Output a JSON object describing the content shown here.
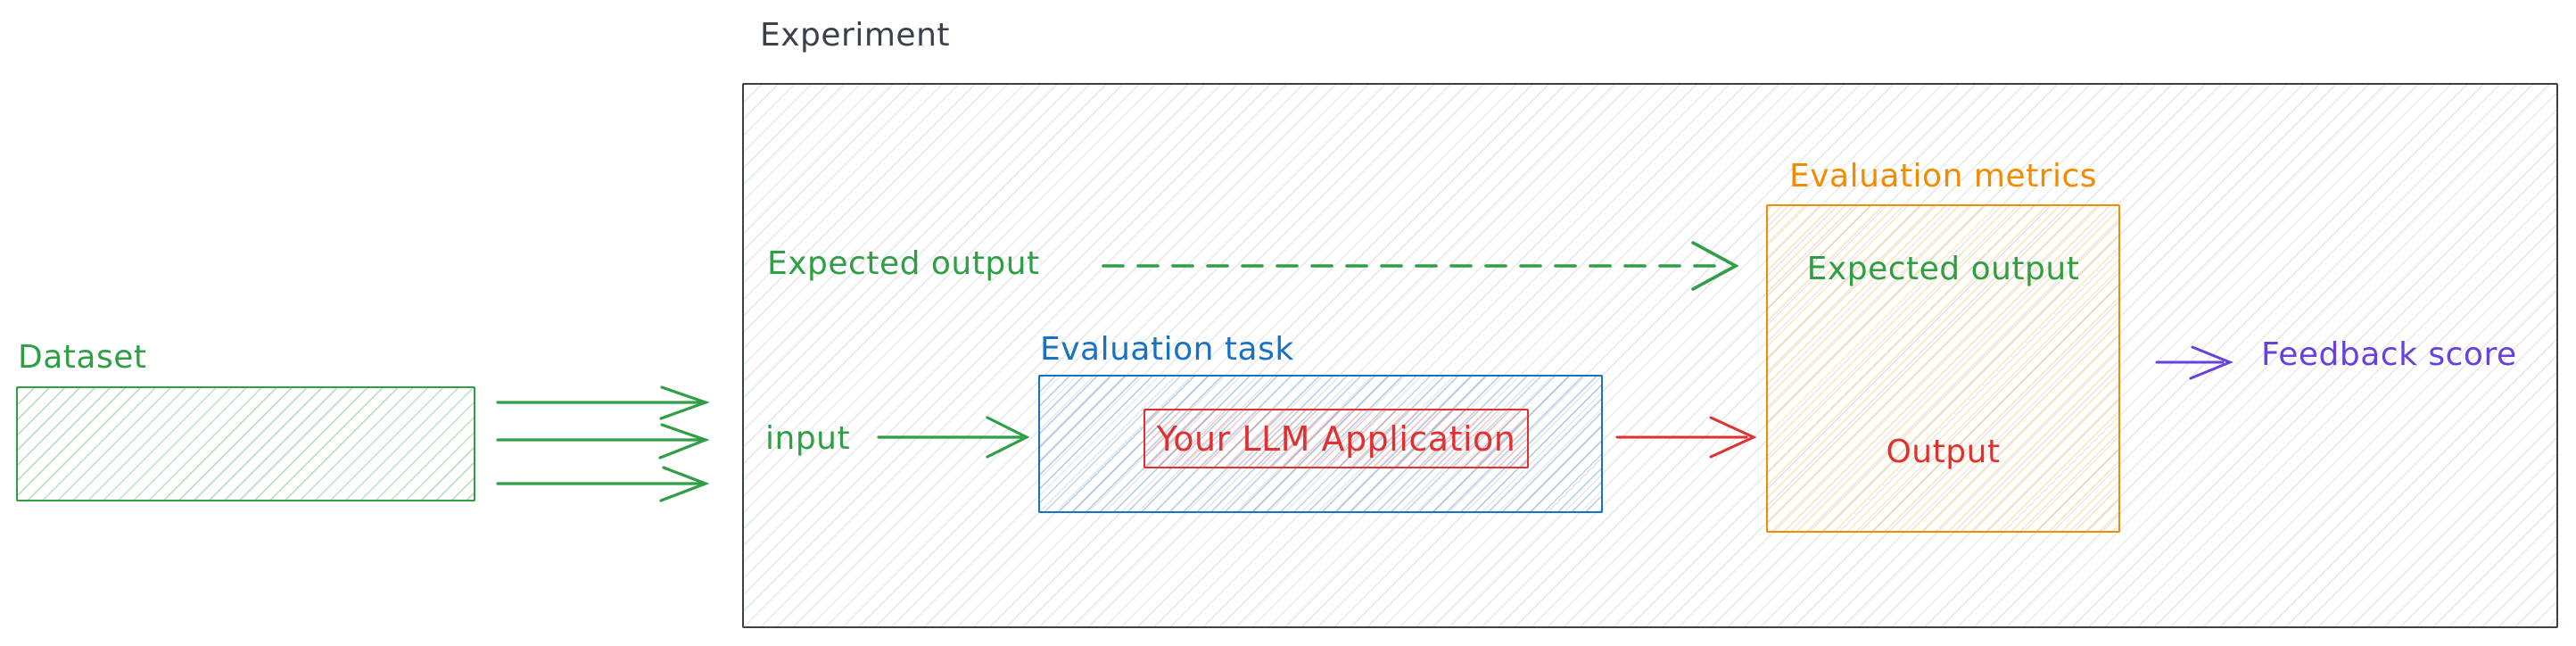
{
  "diagram": {
    "title": "Experiment",
    "dataset": {
      "label": "Dataset"
    },
    "experiment": {
      "expected_output_source": {
        "label": "Expected output"
      },
      "input": {
        "label": "input"
      },
      "evaluation_task": {
        "label": "Evaluation task",
        "llm_application": {
          "label": "Your LLM Application"
        }
      },
      "evaluation_metrics": {
        "label": "Evaluation metrics",
        "expected_output": {
          "label": "Expected output"
        },
        "output": {
          "label": "Output"
        }
      },
      "feedback_score": {
        "label": "Feedback score"
      }
    },
    "connections": [
      {
        "name": "dataset-to-experiment",
        "from": "Dataset",
        "to": "Experiment",
        "style": "solid",
        "color": "#2f9e44",
        "count": 3
      },
      {
        "name": "expected-output-to-metrics",
        "from": "Expected output",
        "to": "Evaluation metrics",
        "style": "dashed",
        "color": "#2f9e44"
      },
      {
        "name": "input-to-task",
        "from": "input",
        "to": "Evaluation task",
        "style": "solid",
        "color": "#2f9e44"
      },
      {
        "name": "task-to-metrics",
        "from": "Your LLM Application",
        "to": "Evaluation metrics",
        "style": "solid",
        "color": "#e03131"
      },
      {
        "name": "metrics-to-feedback",
        "from": "Evaluation metrics",
        "to": "Feedback score",
        "style": "solid",
        "color": "#6741d9"
      }
    ],
    "colors": {
      "dark": "#3b4149",
      "green": "#2f9e44",
      "blue": "#1971c2",
      "red": "#e03131",
      "orange": "#f08c00",
      "purple": "#6741d9"
    }
  }
}
